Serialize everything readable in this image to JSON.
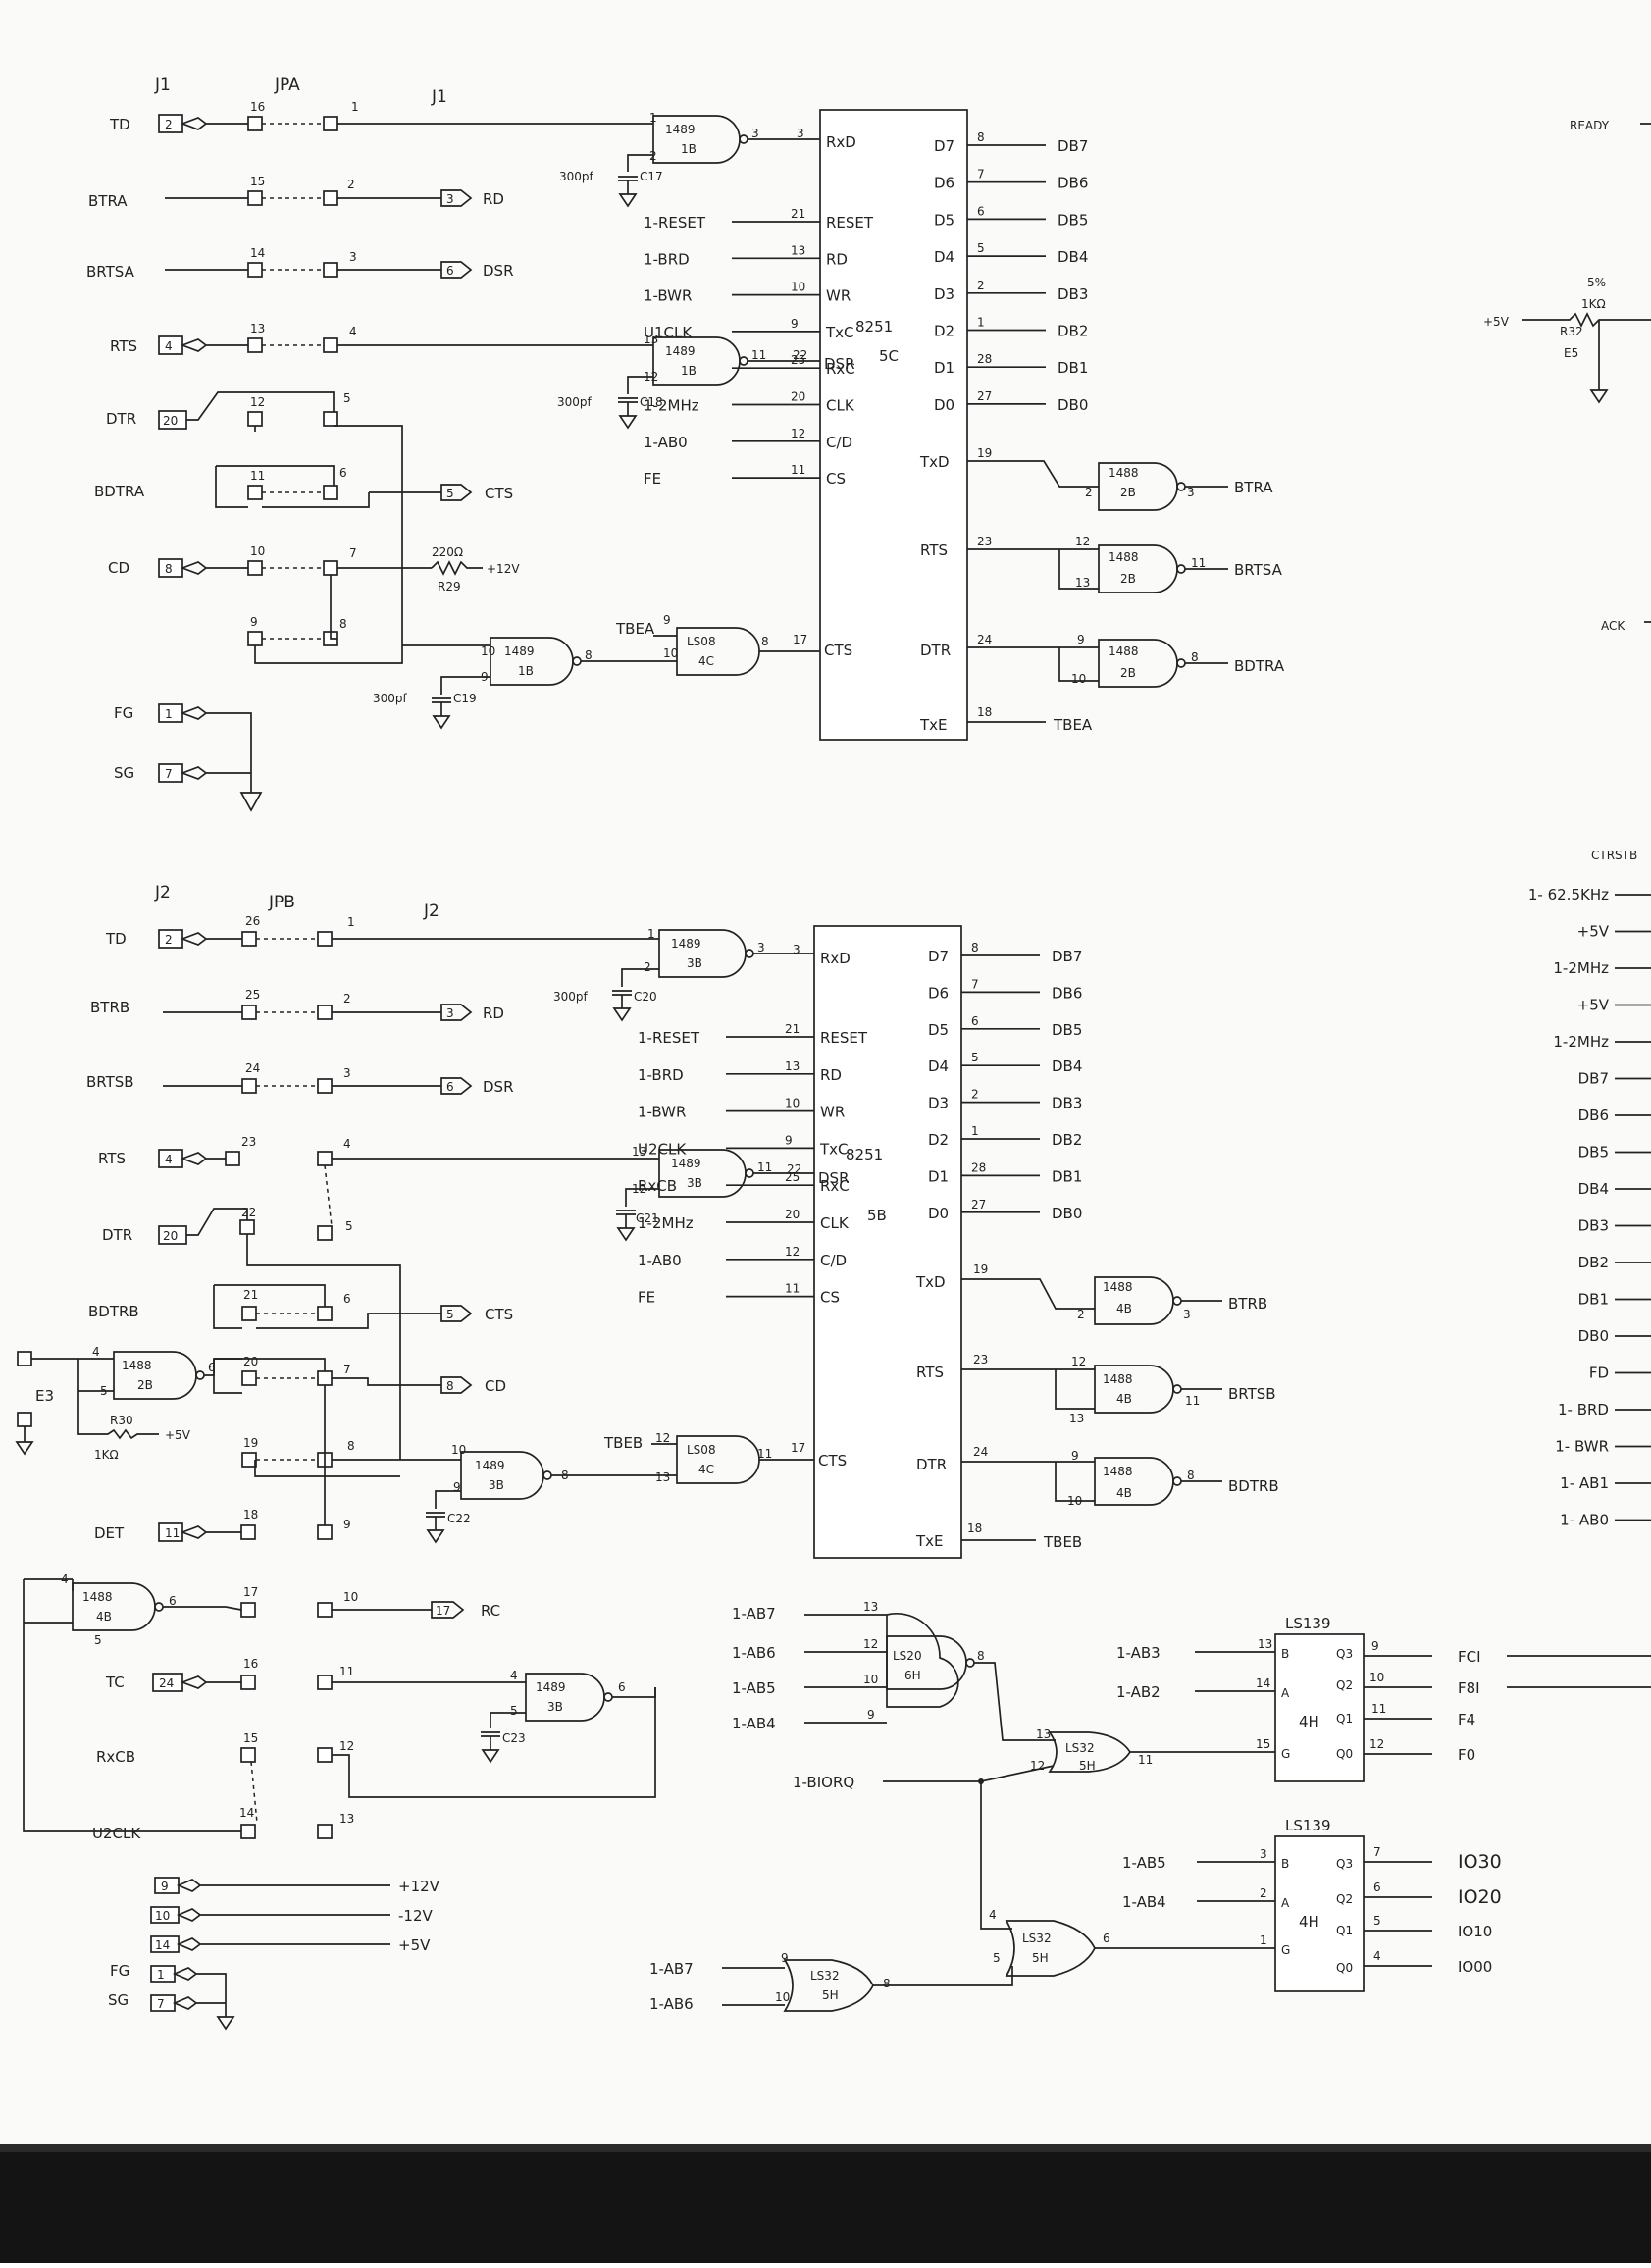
{
  "headers": {
    "j1": "J1",
    "jpa": "JPA",
    "j1b": "J1",
    "j2": "J2",
    "jpb": "JPB",
    "j2b": "J2",
    "right_ready": "READY",
    "right_ack": "ACK"
  },
  "section1": {
    "left_signals": [
      "TD",
      "BTRA",
      "BRTSA",
      "RTS",
      "DTR",
      "BDTRA",
      "CD",
      "FG",
      "SG"
    ],
    "conn_pins": [
      "2",
      "4",
      "20",
      "8",
      "1",
      "7"
    ],
    "jumper_left_nums": [
      "16",
      "15",
      "14",
      "13",
      "12",
      "11",
      "10",
      "9"
    ],
    "jumper_right_nums": [
      "1",
      "2",
      "3",
      "4",
      "5",
      "6",
      "7",
      "8"
    ],
    "outputs": [
      "RD",
      "DSR",
      "CTS"
    ],
    "out_pins": [
      "3",
      "6",
      "5"
    ],
    "resistor": [
      "220Ω",
      "R29",
      "+12V"
    ],
    "caps": [
      "300pf",
      "C17",
      "300pf",
      "C18",
      "300pf",
      "C19"
    ],
    "gates": [
      {
        "type": "1489",
        "loc": "1B",
        "pins": [
          "1",
          "2",
          "3"
        ]
      },
      {
        "type": "1489",
        "loc": "1B",
        "pins": [
          "13",
          "12",
          "11"
        ]
      },
      {
        "type": "1489",
        "loc": "1B",
        "pins": [
          "10",
          "9",
          "8"
        ]
      },
      {
        "type": "LS08",
        "loc": "4C",
        "pins": [
          "9",
          "10",
          "8"
        ]
      }
    ],
    "tbea_in": "TBEA",
    "chip_name": "8251",
    "chip_loc": "5C",
    "left_pins": [
      {
        "sig": "1-RESET",
        "num": "21",
        "name": "RESET"
      },
      {
        "sig": "1-BRD",
        "num": "13",
        "name": "RD"
      },
      {
        "sig": "1-BWR",
        "num": "10",
        "name": "WR"
      },
      {
        "sig": "U1CLK",
        "num": "9",
        "name": "TxC"
      },
      {
        "sig": "",
        "num": "25",
        "name": "RxC"
      },
      {
        "sig": "1-2MHz",
        "num": "20",
        "name": "CLK"
      },
      {
        "sig": "1-AB0",
        "num": "12",
        "name": "C/D"
      },
      {
        "sig": "FE",
        "num": "11",
        "name": "CS"
      }
    ],
    "rxd": {
      "num": "3",
      "name": "RxD"
    },
    "dsr": {
      "num": "22",
      "name": "DSR"
    },
    "cts": {
      "num": "17",
      "name": "CTS"
    },
    "right_pins": [
      {
        "name": "D7",
        "num": "8",
        "sig": "DB7"
      },
      {
        "name": "D6",
        "num": "7",
        "sig": "DB6"
      },
      {
        "name": "D5",
        "num": "6",
        "sig": "DB5"
      },
      {
        "name": "D4",
        "num": "5",
        "sig": "DB4"
      },
      {
        "name": "D3",
        "num": "2",
        "sig": "DB3"
      },
      {
        "name": "D2",
        "num": "1",
        "sig": "DB2"
      },
      {
        "name": "D1",
        "num": "28",
        "sig": "DB1"
      },
      {
        "name": "D0",
        "num": "27",
        "sig": "DB0"
      }
    ],
    "txd": {
      "name": "TxD",
      "num": "19",
      "gate": "1488",
      "loc": "2B",
      "pin_in": "2",
      "pin_out": "3",
      "sig": "BTRA"
    },
    "rts": {
      "name": "RTS",
      "num": "23",
      "gate": "1488",
      "loc": "2B",
      "pin_in": "12",
      "pin_in2": "13",
      "pin_out": "11",
      "sig": "BRTSA"
    },
    "dtr": {
      "name": "DTR",
      "num": "24",
      "gate": "1488",
      "loc": "2B",
      "pin_in": "9",
      "pin_in2": "10",
      "pin_out": "8",
      "sig": "BDTRA"
    },
    "txe": {
      "name": "TxE",
      "num": "18",
      "sig": "TBEA"
    }
  },
  "section2": {
    "left_signals": [
      "TD",
      "BTRB",
      "BRTSB",
      "RTS",
      "DTR",
      "BDTRB",
      "DET",
      "TC",
      "RxCB",
      "U2CLK"
    ],
    "conn_pins": [
      "2",
      "4",
      "20",
      "11",
      "24"
    ],
    "jumper_left_nums": [
      "26",
      "25",
      "24",
      "23",
      "22",
      "21",
      "20",
      "19",
      "18",
      "17",
      "16",
      "15",
      "14"
    ],
    "jumper_right_nums": [
      "1",
      "2",
      "3",
      "4",
      "5",
      "6",
      "7",
      "8",
      "9",
      "10",
      "11",
      "12",
      "13"
    ],
    "outputs": [
      "RD",
      "DSR",
      "CTS",
      "CD",
      "RC"
    ],
    "out_pins": [
      "3",
      "6",
      "5",
      "8",
      "17"
    ],
    "e3": "E3",
    "resistor": [
      "R30",
      "1KΩ",
      "+5V"
    ],
    "caps": [
      "300pf",
      "C20",
      "C21",
      "C22",
      "C23"
    ],
    "gates": [
      {
        "type": "1489",
        "loc": "3B",
        "pins": [
          "1",
          "2",
          "3"
        ]
      },
      {
        "type": "1489",
        "loc": "3B",
        "pins": [
          "13",
          "12",
          "11"
        ]
      },
      {
        "type": "1488",
        "loc": "2B",
        "pins": [
          "4",
          "5",
          "6"
        ]
      },
      {
        "type": "1489",
        "loc": "3B",
        "pins": [
          "10",
          "9",
          "8"
        ]
      },
      {
        "type": "LS08",
        "loc": "4C",
        "pins": [
          "12",
          "13",
          "11"
        ]
      },
      {
        "type": "1488",
        "loc": "4B",
        "pins": [
          "4",
          "5",
          "6"
        ]
      },
      {
        "type": "1489",
        "loc": "3B",
        "pins": [
          "4",
          "5",
          "6"
        ]
      }
    ],
    "tbeb_in": "TBEB",
    "chip_name": "8251",
    "chip_loc": "5B",
    "left_pins": [
      {
        "sig": "1-RESET",
        "num": "21",
        "name": "RESET"
      },
      {
        "sig": "1-BRD",
        "num": "13",
        "name": "RD"
      },
      {
        "sig": "1-BWR",
        "num": "10",
        "name": "WR"
      },
      {
        "sig": "U2CLK",
        "num": "9",
        "name": "TxC"
      },
      {
        "sig": "RxCB",
        "num": "25",
        "name": "RxC"
      },
      {
        "sig": "1-2MHz",
        "num": "20",
        "name": "CLK"
      },
      {
        "sig": "1-AB0",
        "num": "12",
        "name": "C/D"
      },
      {
        "sig": "FE",
        "num": "11",
        "name": "CS"
      }
    ],
    "rxd": {
      "num": "3",
      "name": "RxD"
    },
    "dsr": {
      "num": "22",
      "name": "DSR"
    },
    "cts": {
      "num": "17",
      "name": "CTS"
    },
    "right_pins": [
      {
        "name": "D7",
        "num": "8",
        "sig": "DB7"
      },
      {
        "name": "D6",
        "num": "7",
        "sig": "DB6"
      },
      {
        "name": "D5",
        "num": "6",
        "sig": "DB5"
      },
      {
        "name": "D4",
        "num": "5",
        "sig": "DB4"
      },
      {
        "name": "D3",
        "num": "2",
        "sig": "DB3"
      },
      {
        "name": "D2",
        "num": "1",
        "sig": "DB2"
      },
      {
        "name": "D1",
        "num": "28",
        "sig": "DB1"
      },
      {
        "name": "D0",
        "num": "27",
        "sig": "DB0"
      }
    ],
    "txd": {
      "name": "TxD",
      "num": "19",
      "gate": "1488",
      "loc": "4B",
      "pin_in": "2",
      "pin_out": "3",
      "sig": "BTRB"
    },
    "rts": {
      "name": "RTS",
      "num": "23",
      "gate": "1488",
      "loc": "4B",
      "pin_in": "12",
      "pin_in2": "13",
      "pin_out": "11",
      "sig": "BRTSB"
    },
    "dtr": {
      "name": "DTR",
      "num": "24",
      "gate": "1488",
      "loc": "4B",
      "pin_in": "9",
      "pin_in2": "10",
      "pin_out": "8",
      "sig": "BDTRB"
    },
    "txe": {
      "name": "TxE",
      "num": "18",
      "sig": "TBEB"
    }
  },
  "power_connector": {
    "pins": [
      "9",
      "10",
      "14",
      "1",
      "7"
    ],
    "labels": [
      "+12V",
      "-12V",
      "+5V",
      "FG",
      "SG"
    ]
  },
  "decode": {
    "ls20": {
      "type": "LS20",
      "loc": "6H",
      "inputs": [
        "1-AB7",
        "1-AB6",
        "1-AB5",
        "1-AB4"
      ],
      "in_pins": [
        "13",
        "12",
        "10",
        "9"
      ],
      "out_pin": "8"
    },
    "ls32a": {
      "type": "LS32",
      "loc": "5H",
      "in_pins": [
        "13",
        "12"
      ],
      "out_pin": "11"
    },
    "biorq": "1-BIORQ",
    "ls32b": {
      "type": "LS32",
      "loc": "5H",
      "inputs": [
        "1-AB7",
        "1-AB6"
      ],
      "in_pins": [
        "9",
        "10"
      ],
      "out_pin": "8"
    },
    "ls32c": {
      "type": "LS32",
      "loc": "5H",
      "in_pins": [
        "4",
        "5"
      ],
      "out_pin": "6"
    },
    "ls139a": {
      "type": "LS139",
      "loc": "4H",
      "inputs": [
        "1-AB3",
        "1-AB2"
      ],
      "in_pins": [
        "13",
        "14",
        "15"
      ],
      "in_names": [
        "B",
        "A",
        "G"
      ],
      "out_names": [
        "Q3",
        "Q2",
        "Q1",
        "Q0"
      ],
      "out_pins": [
        "9",
        "10",
        "11",
        "12"
      ],
      "outputs": [
        "FCI",
        "F8I",
        "F4",
        "F0"
      ]
    },
    "ls139b": {
      "type": "LS139",
      "loc": "4H",
      "inputs": [
        "1-AB5",
        "1-AB4"
      ],
      "in_pins": [
        "3",
        "2",
        "1"
      ],
      "in_names": [
        "B",
        "A",
        "G"
      ],
      "out_names": [
        "Q3",
        "Q2",
        "Q1",
        "Q0"
      ],
      "out_pins": [
        "7",
        "6",
        "5",
        "4"
      ],
      "outputs": [
        "IO30",
        "IO20",
        "IO10",
        "IO00"
      ]
    }
  },
  "right_edge": {
    "ctrl": "CTRSTB",
    "power_r": [
      "5%",
      "1KΩ",
      "R32",
      "E5",
      "+5V"
    ],
    "signals": [
      "1- 62.5KHz",
      "+5V",
      "1-2MHz",
      "+5V",
      "1-2MHz",
      "DB7",
      "DB6",
      "DB5",
      "DB4",
      "DB3",
      "DB2",
      "DB1",
      "DB0",
      "FD",
      "1- BRD",
      "1- BWR",
      "1- AB1",
      "1- AB0"
    ]
  }
}
